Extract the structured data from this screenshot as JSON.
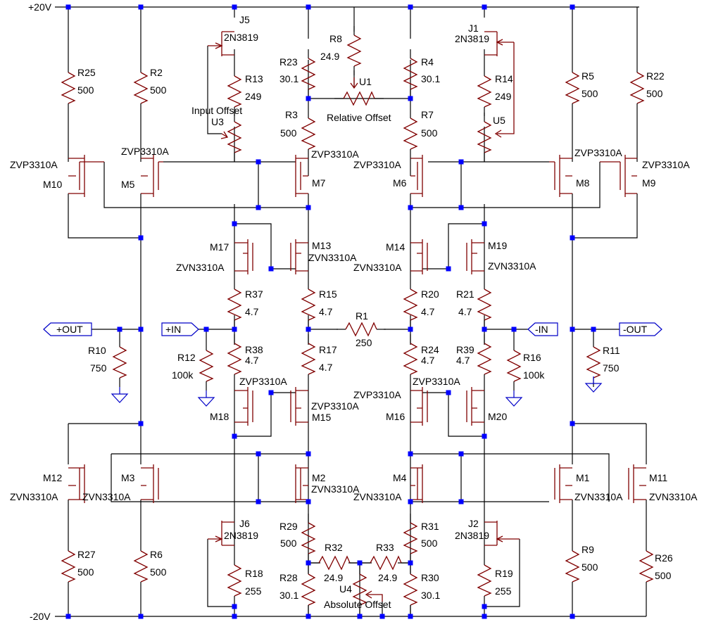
{
  "rails": {
    "pos": "+20V",
    "neg": "-20V"
  },
  "ports": {
    "pos_out": "+OUT",
    "neg_out": "-OUT",
    "pos_in": "+IN",
    "neg_in": "-IN"
  },
  "pots": {
    "U1": {
      "ref": "U1",
      "label": "Relative Offset"
    },
    "U3": {
      "ref": "U3",
      "label": "Input Offset"
    },
    "U4": {
      "ref": "U4",
      "label": "Absolute Offset"
    },
    "U5": {
      "ref": "U5"
    }
  },
  "resistors": [
    {
      "ref": "R25",
      "value": "500"
    },
    {
      "ref": "R2",
      "value": "500"
    },
    {
      "ref": "R13",
      "value": "249"
    },
    {
      "ref": "R8",
      "value": "24.9"
    },
    {
      "ref": "R23",
      "value": "30.1"
    },
    {
      "ref": "R4",
      "value": "30.1"
    },
    {
      "ref": "R14",
      "value": "249"
    },
    {
      "ref": "R5",
      "value": "500"
    },
    {
      "ref": "R22",
      "value": "500"
    },
    {
      "ref": "R3",
      "value": "500"
    },
    {
      "ref": "R7",
      "value": "500"
    },
    {
      "ref": "R37",
      "value": "4.7"
    },
    {
      "ref": "R15",
      "value": "4.7"
    },
    {
      "ref": "R20",
      "value": "4.7"
    },
    {
      "ref": "R21",
      "value": "4.7"
    },
    {
      "ref": "R1",
      "value": "250"
    },
    {
      "ref": "R10",
      "value": "750"
    },
    {
      "ref": "R12",
      "value": "100k"
    },
    {
      "ref": "R38",
      "value": "4.7"
    },
    {
      "ref": "R17",
      "value": "4.7"
    },
    {
      "ref": "R24",
      "value": "4.7"
    },
    {
      "ref": "R39",
      "value": "4.7"
    },
    {
      "ref": "R16",
      "value": "100k"
    },
    {
      "ref": "R11",
      "value": "750"
    },
    {
      "ref": "R27",
      "value": "500"
    },
    {
      "ref": "R6",
      "value": "500"
    },
    {
      "ref": "R29",
      "value": "500"
    },
    {
      "ref": "R31",
      "value": "500"
    },
    {
      "ref": "R9",
      "value": "500"
    },
    {
      "ref": "R26",
      "value": "500"
    },
    {
      "ref": "R18",
      "value": "255"
    },
    {
      "ref": "R32",
      "value": "24.9"
    },
    {
      "ref": "R33",
      "value": "24.9"
    },
    {
      "ref": "R19",
      "value": "255"
    },
    {
      "ref": "R28",
      "value": "30.1"
    },
    {
      "ref": "R30",
      "value": "30.1"
    }
  ],
  "transistors": [
    {
      "ref": "J5",
      "part": "2N3819"
    },
    {
      "ref": "J1",
      "part": "2N3819"
    },
    {
      "ref": "J6",
      "part": "2N3819"
    },
    {
      "ref": "J2",
      "part": "2N3819"
    },
    {
      "ref": "M10",
      "part": "ZVP3310A"
    },
    {
      "ref": "M5",
      "part": "ZVP3310A"
    },
    {
      "ref": "M7",
      "part": "ZVP3310A"
    },
    {
      "ref": "M6",
      "part": "ZVP3310A"
    },
    {
      "ref": "M8",
      "part": "ZVP3310A"
    },
    {
      "ref": "M9",
      "part": "ZVP3310A"
    },
    {
      "ref": "M17",
      "part": "ZVN3310A"
    },
    {
      "ref": "M13",
      "part": "ZVN3310A"
    },
    {
      "ref": "M14",
      "part": "ZVN3310A"
    },
    {
      "ref": "M19",
      "part": "ZVN3310A"
    },
    {
      "ref": "M18",
      "part": "ZVP3310A"
    },
    {
      "ref": "M15",
      "part": "ZVP3310A"
    },
    {
      "ref": "M16",
      "part": "ZVP3310A"
    },
    {
      "ref": "M20",
      "part": "ZVP3310A"
    },
    {
      "ref": "M12",
      "part": "ZVN3310A"
    },
    {
      "ref": "M3",
      "part": "ZVN3310A"
    },
    {
      "ref": "M2",
      "part": "ZVN3310A"
    },
    {
      "ref": "M4",
      "part": "ZVN3310A"
    },
    {
      "ref": "M1",
      "part": "ZVN3310A"
    },
    {
      "ref": "M11",
      "part": "ZVN3310A"
    }
  ]
}
